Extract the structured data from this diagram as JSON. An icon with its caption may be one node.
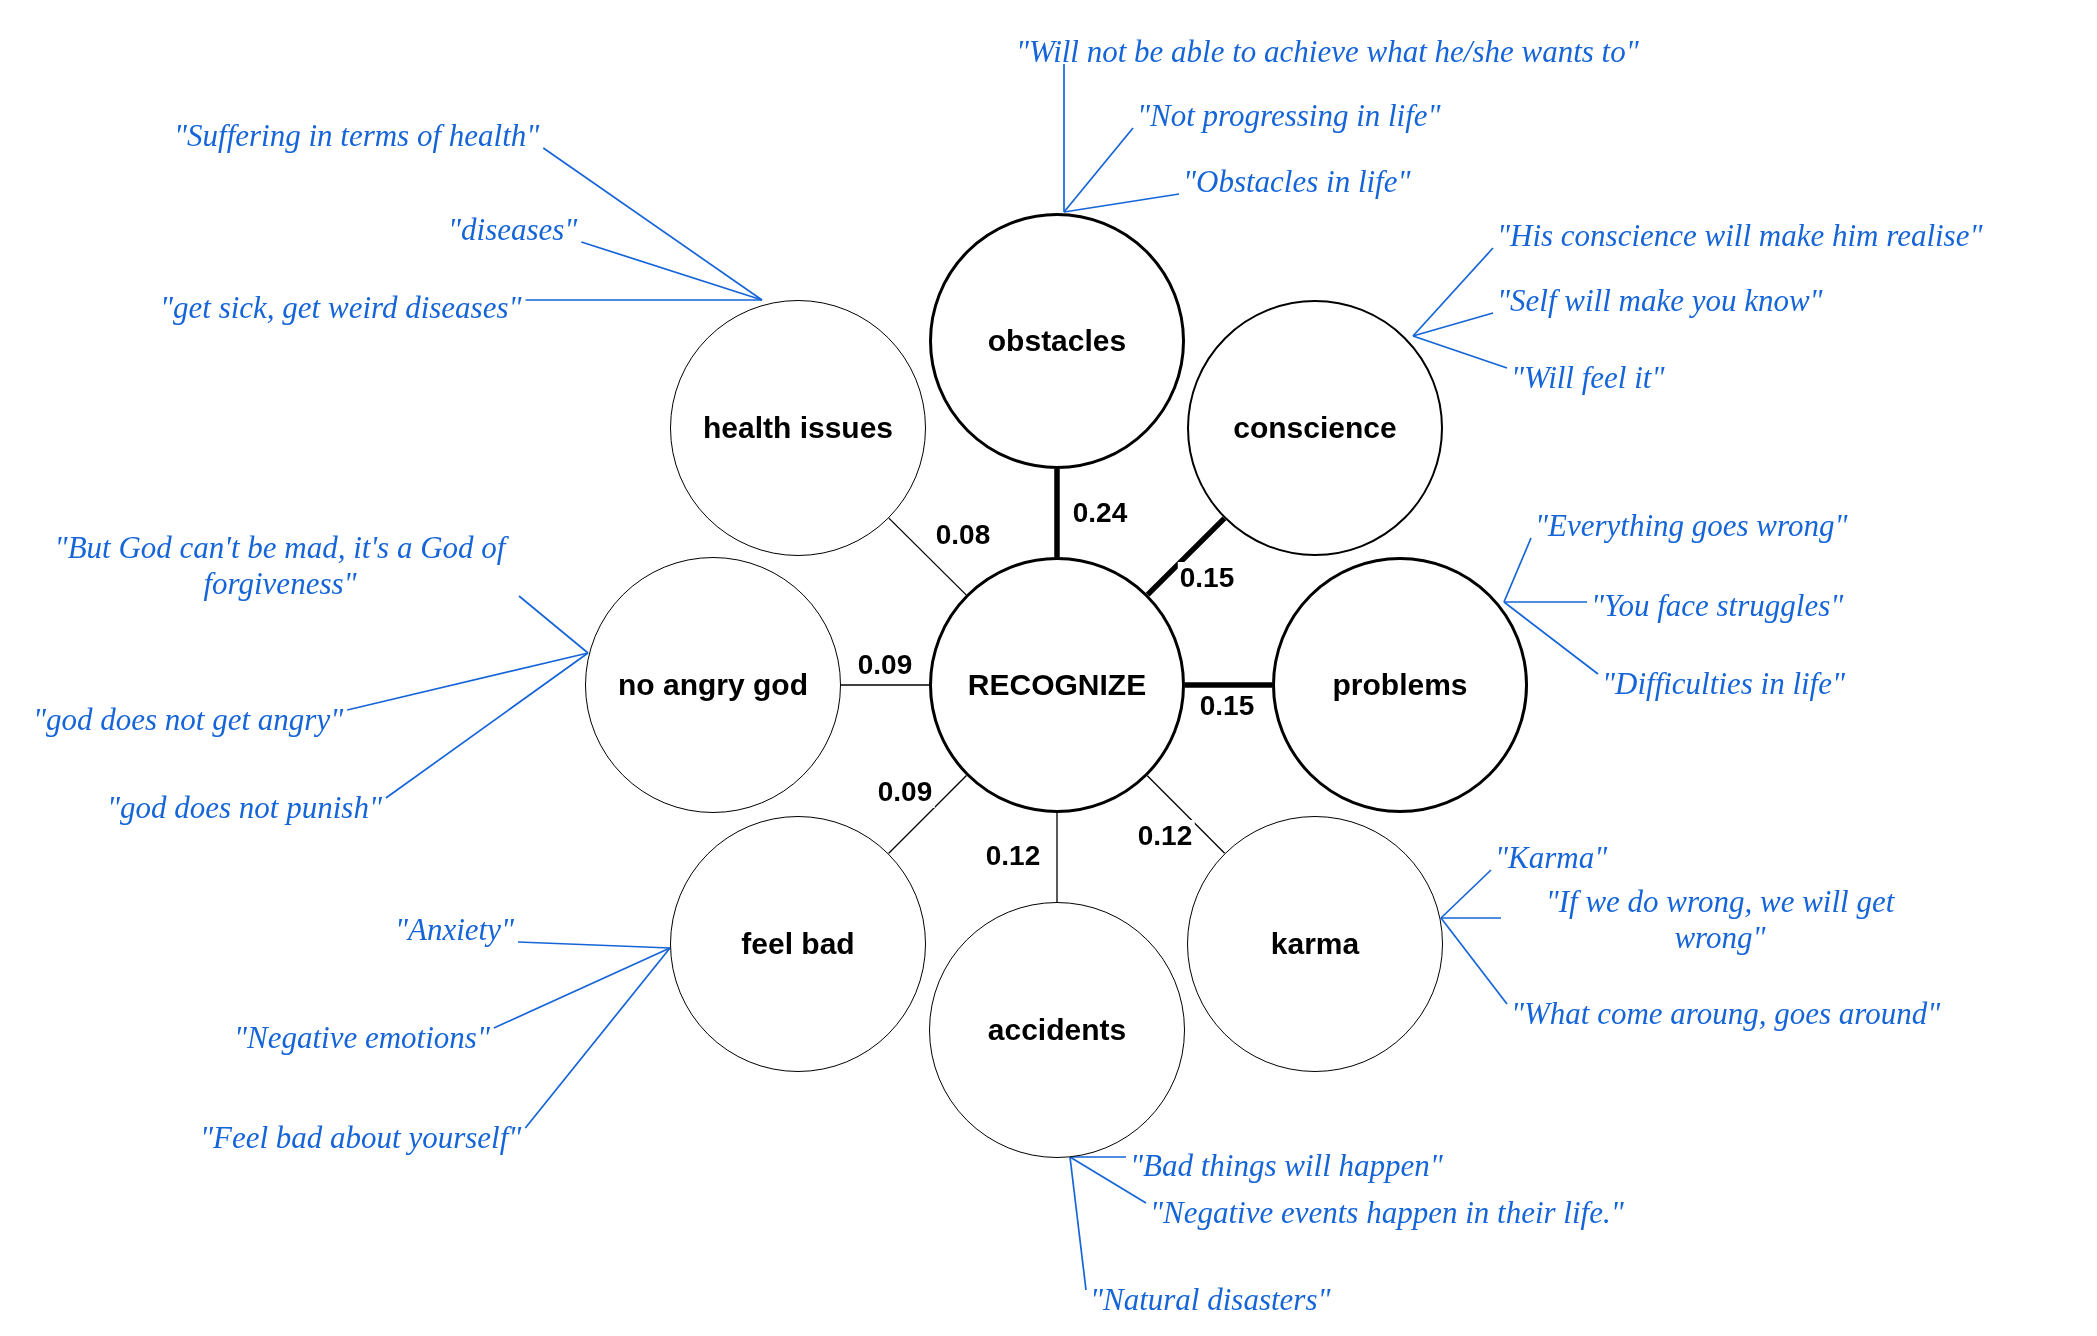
{
  "diagram": {
    "nodes": [
      {
        "text": [
          "RECOGNIZE"
        ]
      },
      {
        "text": [
          "obstacles"
        ]
      },
      {
        "text": [
          "conscience"
        ]
      },
      {
        "text": [
          "problems"
        ]
      },
      {
        "text": [
          "karma"
        ]
      },
      {
        "text": [
          "accidents"
        ]
      },
      {
        "text": [
          "feel bad"
        ]
      },
      {
        "text": [
          "no angry god"
        ]
      },
      {
        "text": [
          "health issues"
        ]
      },
      {
        "text": [
          "\"Will not be able to achieve what he/she wants to\""
        ]
      },
      {
        "text": [
          "\"Not progressing in life\""
        ]
      },
      {
        "text": [
          "\"Obstacles in life\""
        ]
      },
      {
        "text": [
          "\"His conscience will make him realise\""
        ]
      },
      {
        "text": [
          "\"Self will make you know\""
        ]
      },
      {
        "text": [
          "\"Will feel it\""
        ]
      },
      {
        "text": [
          "\"Everything goes wrong\""
        ]
      },
      {
        "text": [
          "\"You face struggles\""
        ]
      },
      {
        "text": [
          "\"Difficulties in life\""
        ]
      },
      {
        "text": [
          "\"Karma\""
        ]
      },
      {
        "text": [
          "\"If we do wrong, we will get wrong\""
        ]
      },
      {
        "text": [
          "\"What come aroung, goes around\""
        ]
      },
      {
        "text": [
          "\"Bad things will happen\""
        ]
      },
      {
        "text": [
          "\"Negative events happen in their life.\""
        ]
      },
      {
        "text": [
          "\"Natural disasters\""
        ]
      },
      {
        "text": [
          "\"Anxiety\""
        ]
      },
      {
        "text": [
          "\"Negative emotions\""
        ]
      },
      {
        "text": [
          "\"Feel bad about yourself\""
        ]
      },
      {
        "text": [
          "\"But God can't be mad, it's a God of forgiveness\""
        ]
      },
      {
        "text": [
          "\"god does not get angry\""
        ]
      },
      {
        "text": [
          "\"god does not punish\""
        ]
      },
      {
        "text": [
          "\"Suffering in terms of health\""
        ]
      },
      {
        "text": [
          "\"diseases\""
        ]
      },
      {
        "text": [
          "\"get sick, get weird diseases\""
        ]
      }
    ],
    "edges": [
      {
        "from": 0,
        "to": 1,
        "arrow": "none",
        "label": "0.24",
        "style": "thick",
        "color": "#000000"
      },
      {
        "from": 0,
        "to": 2,
        "arrow": "none",
        "label": "0.15",
        "style": "thick",
        "color": "#000000"
      },
      {
        "from": 0,
        "to": 3,
        "arrow": "none",
        "label": "0.15",
        "style": "thick",
        "color": "#000000"
      },
      {
        "from": 0,
        "to": 4,
        "arrow": "none",
        "label": "0.12",
        "color": "#000000"
      },
      {
        "from": 0,
        "to": 5,
        "arrow": "none",
        "label": "0.12",
        "color": "#000000"
      },
      {
        "from": 0,
        "to": 6,
        "arrow": "none",
        "label": "0.09",
        "color": "#000000"
      },
      {
        "from": 0,
        "to": 7,
        "arrow": "none",
        "label": "0.09",
        "color": "#000000"
      },
      {
        "from": 0,
        "to": 8,
        "arrow": "none",
        "label": "0.08",
        "color": "#000000"
      },
      {
        "from": 9,
        "to": 1,
        "arrow": "none"
      },
      {
        "from": 10,
        "to": 1,
        "arrow": "none"
      },
      {
        "from": 11,
        "to": 1,
        "arrow": "none"
      },
      {
        "from": 12,
        "to": 2,
        "arrow": "none"
      },
      {
        "from": 13,
        "to": 2,
        "arrow": "none"
      },
      {
        "from": 14,
        "to": 2,
        "arrow": "none"
      },
      {
        "from": 15,
        "to": 3,
        "arrow": "none"
      },
      {
        "from": 16,
        "to": 3,
        "arrow": "none"
      },
      {
        "from": 17,
        "to": 3,
        "arrow": "none"
      },
      {
        "from": 18,
        "to": 4,
        "arrow": "none"
      },
      {
        "from": 19,
        "to": 4,
        "arrow": "none"
      },
      {
        "from": 20,
        "to": 4,
        "arrow": "none"
      },
      {
        "from": 21,
        "to": 5,
        "arrow": "none"
      },
      {
        "from": 22,
        "to": 5,
        "arrow": "none"
      },
      {
        "from": 23,
        "to": 5,
        "arrow": "none"
      },
      {
        "from": 24,
        "to": 6,
        "arrow": "none"
      },
      {
        "from": 25,
        "to": 6,
        "arrow": "none"
      },
      {
        "from": 26,
        "to": 6,
        "arrow": "none"
      },
      {
        "from": 27,
        "to": 7,
        "arrow": "none"
      },
      {
        "from": 28,
        "to": 7,
        "arrow": "none"
      },
      {
        "from": 29,
        "to": 7,
        "arrow": "none"
      },
      {
        "from": 30,
        "to": 8,
        "arrow": "none"
      },
      {
        "from": 31,
        "to": 8,
        "arrow": "none"
      },
      {
        "from": 32,
        "to": 8,
        "arrow": "none"
      }
    ]
  }
}
